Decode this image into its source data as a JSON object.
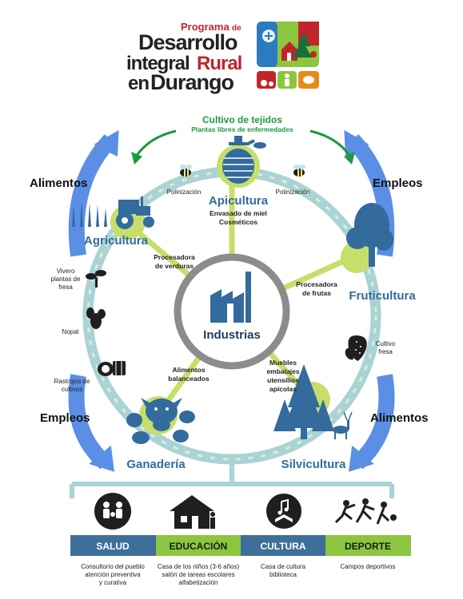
{
  "header": {
    "line1_a": "Programa",
    "line1_b": "de",
    "line2": "Desarrollo",
    "line3_a": "integral",
    "line3_b": "Rural",
    "line4_a": "en",
    "line4_b": "Durango"
  },
  "top_label": {
    "title": "Cultivo de tejidos",
    "subtitle": "Plantas libres de enfermedades"
  },
  "side_labels": {
    "top_left": "Alimentos",
    "top_right": "Empleos",
    "bottom_left": "Empleos",
    "bottom_right": "Alimentos"
  },
  "sectors": {
    "apicultura": "Apicultura",
    "agricultura": "Agricultura",
    "fruticultura": "Fruticultura",
    "ganaderia": "Ganadería",
    "silvicultura": "Silvicultura"
  },
  "center": "Industrias",
  "notes": {
    "polinizacion_left": "Polinización",
    "polinizacion_right": "Polinización",
    "miel_1": "Envasado de miel",
    "miel_2": "Cosméticos",
    "verduras_1": "Procesadora",
    "verduras_2": "de verduras",
    "frutas_1": "Procesadora",
    "frutas_2": "de frutas",
    "balanceados_1": "Alimentos",
    "balanceados_2": "balanceados",
    "muebles_1": "Muebles",
    "muebles_2": "embalajes",
    "muebles_3": "utensilios",
    "muebles_4": "apícolas",
    "vivero_1": "Vivero",
    "vivero_2": "plantas de",
    "vivero_3": "fresa",
    "nopal": "Nopal",
    "rastrojos_1": "Rastrojos de",
    "rastrojos_2": "cultivos",
    "fresa_1": "Cultivo",
    "fresa_2": "fresa"
  },
  "services": [
    {
      "label": "SALUD",
      "desc1": "Consultorio del pueblo",
      "desc2": "atención preventiva",
      "desc3": "y curativa",
      "color": "#3d6f9a"
    },
    {
      "label": "EDUCACIÓN",
      "desc1": "Casa de los niños (3-6 años)",
      "desc2": "salón de tareas escolares",
      "desc3": "alfabetización",
      "color": "#8cc63f"
    },
    {
      "label": "CULTURA",
      "desc1": "Casa de cultura",
      "desc2": "biblioteca",
      "desc3": "",
      "color": "#3d6f9a"
    },
    {
      "label": "DEPORTE",
      "desc1": "Campos deportivos",
      "desc2": "",
      "desc3": "",
      "color": "#8cc63f"
    }
  ],
  "colors": {
    "blue": "#336b9c",
    "dark_blue": "#1f4e78",
    "ring": "#a9d3d5",
    "green": "#1a9a3e",
    "red": "#c0252b",
    "light_green": "#c6df6a",
    "arrow_blue": "#5b8fe6",
    "gray": "#8c8c8c"
  }
}
